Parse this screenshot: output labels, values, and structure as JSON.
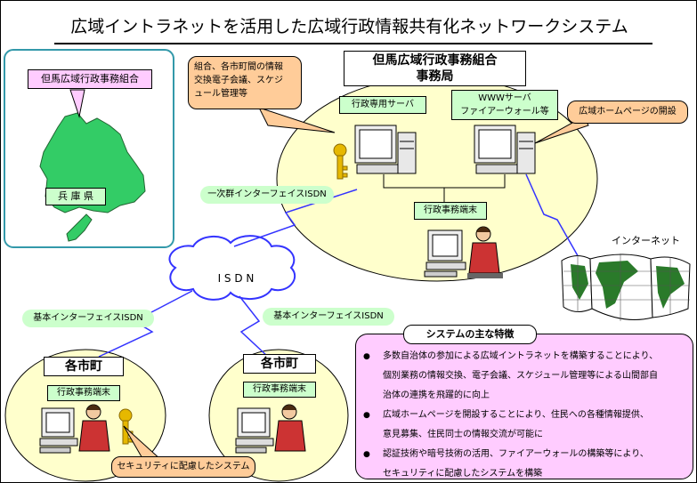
{
  "title": "広域イントラネットを活用した広域行政情報共有化ネットワークシステム",
  "map": {
    "region_label": "但馬広域行政事務組合",
    "prefecture_label": "兵 庫 県"
  },
  "headquarters": {
    "name_line1": "但馬広域行政事務組合",
    "name_line2": "事務局",
    "admin_server": "行政専用サーバ",
    "www_server_line1": "WWWサーバ",
    "www_server_line2": "ファイアーウォール等",
    "terminal": "行政事務端末"
  },
  "callouts": {
    "services_line1": "組合、各市町間の情報",
    "services_line2": "交換電子会議、スケジ",
    "services_line3": "ュール管理等",
    "homepage": "広域ホームページの開設",
    "security": "セキュリティに配慮したシステム"
  },
  "network": {
    "isdn_label": "I S D N",
    "primary_interface": "一次群インターフェイスISDN",
    "basic_interface_left": "基本インターフェイスISDN",
    "basic_interface_right": "基本インターフェイスISDN",
    "internet": "インターネット"
  },
  "municipalities": {
    "left_name": "各市町",
    "left_terminal": "行政事務端末",
    "right_name": "各市町",
    "right_terminal": "行政事務端末"
  },
  "features": {
    "heading": "システムの主な特徴",
    "items": [
      {
        "line1": "多数自治体の参加による広域イントラネットを構築することにより、",
        "line2": "個別業務の情報交換、電子会議、スケジュール管理等による山間部自",
        "line3": "治体の連携を飛躍的に向上"
      },
      {
        "line1": "広域ホームページを開設することにより、住民への各種情報提供、",
        "line2": "意見募集、住民同士の情報交流が可能に"
      },
      {
        "line1": "認証技術や暗号技術の活用、ファイアーウォールの構築等により、",
        "line2": "セキュリティに配慮したシステムを構築"
      }
    ]
  },
  "colors": {
    "ellipse_fill": "#ffffcc",
    "map_green": "#33cc66",
    "label_green": "#ccffcc",
    "label_pink": "#ffccff",
    "callout_orange": "#ffcc99",
    "key_gold": "#e6b800",
    "isdn_blue": "#3333ff"
  }
}
